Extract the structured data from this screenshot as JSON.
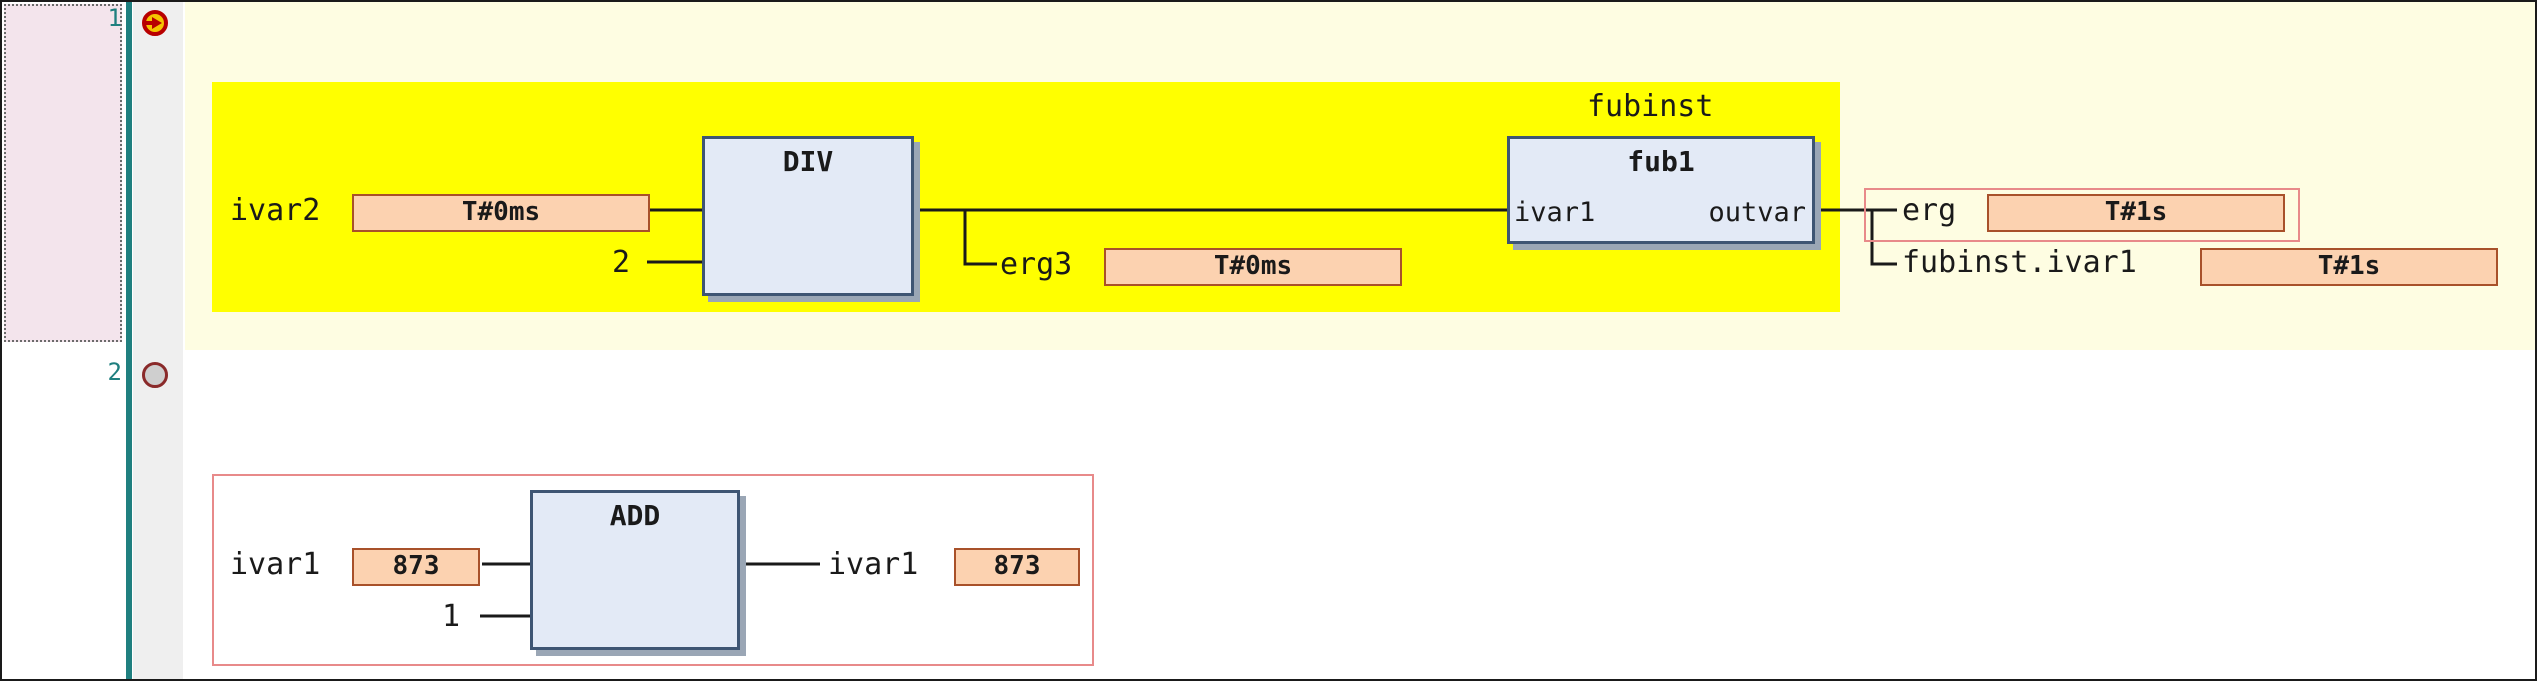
{
  "editor": {
    "networks": [
      {
        "number": "1",
        "marker": "execution-arrow-icon",
        "instance_label": "fubinst",
        "inputs": [
          {
            "name": "ivar2",
            "value": "T#0ms"
          },
          {
            "name": "2"
          }
        ],
        "div_block": {
          "title": "DIV"
        },
        "fb_block": {
          "title": "fub1",
          "input_pin": "ivar1",
          "output_pin": "outvar"
        },
        "mid_output": {
          "name": "erg3",
          "value": "T#0ms"
        },
        "outputs": [
          {
            "name": "erg",
            "value": "T#1s"
          },
          {
            "name": "fubinst.ivar1",
            "value": "T#1s"
          }
        ]
      },
      {
        "number": "2",
        "marker": "breakpoint-disabled-icon",
        "add_block": {
          "title": "ADD"
        },
        "inputs": [
          {
            "name": "ivar1",
            "value": "873"
          },
          {
            "name": "1"
          }
        ],
        "output": {
          "name": "ivar1",
          "value": "873"
        }
      }
    ],
    "colors": {
      "active_network": "#ffff00",
      "network_background": "#fefde2",
      "value_box": "#fcd2b0",
      "block_fill": "#e3eaf6",
      "gutter_line": "#1f7f7f"
    }
  }
}
